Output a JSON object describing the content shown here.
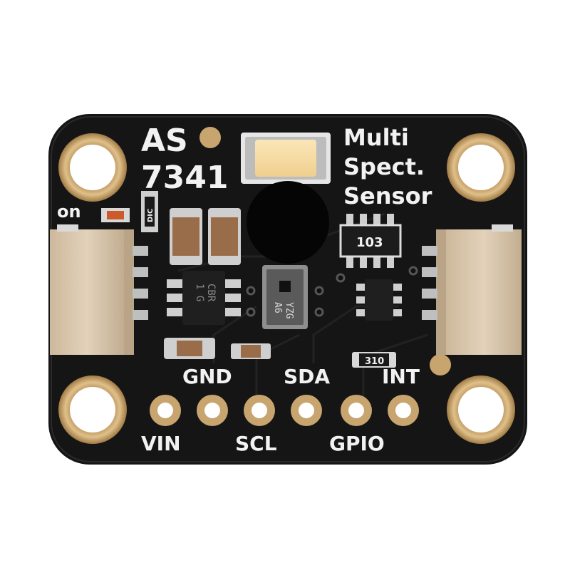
{
  "board": {
    "title_line1": "AS",
    "title_line2": "7341",
    "desc_line1": "Multi",
    "desc_line2": "Spect.",
    "desc_line3": "Sensor",
    "power_led_label": "on"
  },
  "pins": [
    {
      "label": "VIN"
    },
    {
      "label": "GND"
    },
    {
      "label": "SCL"
    },
    {
      "label": "SDA"
    },
    {
      "label": "GPIO"
    },
    {
      "label": "INT"
    }
  ],
  "components": {
    "resistor_array_code": "103",
    "resistor_code_right": "310",
    "resistor_code_left": "DIC",
    "regulator_marking_1": "CBR",
    "regulator_marking_2": "1 G",
    "sensor_marking_1": "A6",
    "sensor_marking_2": "YZG"
  },
  "colors": {
    "pcb": "#151515",
    "copper": "#c8a46e",
    "silkscreen": "#f2f2f2",
    "connector": "#dcc9ad",
    "led": "#f6d9a0"
  }
}
